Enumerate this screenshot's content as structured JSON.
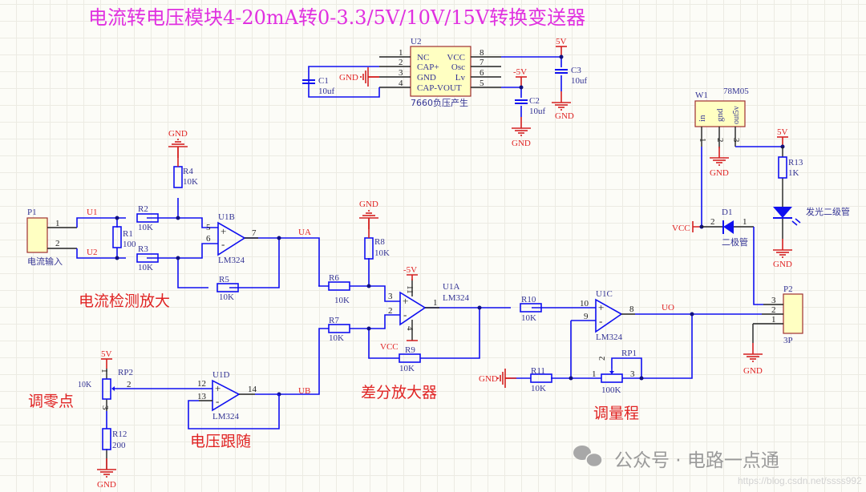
{
  "title": "电流转电压模块4-20mA转0-3.3/5V/10V/15V转换变送器",
  "colors": {
    "wire": "#1010f0",
    "power": "#e02424",
    "title": "#e030e0",
    "component_fill": "#ffffc2"
  },
  "u2": {
    "ref": "U2",
    "note": "7660负压产生",
    "pins_left": [
      {
        "num": "1",
        "label": "NC"
      },
      {
        "num": "2",
        "label": "CAP+"
      },
      {
        "num": "3",
        "label": "GND"
      },
      {
        "num": "4",
        "label": "CAP-VOUT"
      }
    ],
    "pins_right": [
      {
        "num": "8",
        "label": "VCC"
      },
      {
        "num": "7",
        "label": "Osc"
      },
      {
        "num": "6",
        "label": "Lv"
      },
      {
        "num": "5",
        "label": ""
      }
    ]
  },
  "caps": {
    "c1": {
      "ref": "C1",
      "value": "10uf"
    },
    "c2": {
      "ref": "C2",
      "value": "10uf"
    },
    "c3": {
      "ref": "C3",
      "value": "10uf"
    }
  },
  "power": {
    "gnd": "GND",
    "v5": "5V",
    "vneg5": "-5V",
    "vcc": "VCC"
  },
  "w1": {
    "ref": "W1",
    "part": "78M05",
    "pins": [
      {
        "num": "1",
        "label": "in"
      },
      {
        "num": "2",
        "label": "gnd"
      },
      {
        "num": "3",
        "label": "out5v"
      }
    ]
  },
  "r13": {
    "ref": "R13",
    "value": "1K"
  },
  "led": {
    "label": "发光二级管"
  },
  "d1": {
    "ref": "D1",
    "label": "二极管",
    "pin_a": "2",
    "pin_b": "1"
  },
  "p2": {
    "ref": "P2",
    "value": "3P",
    "pins": [
      "3",
      "2",
      "1"
    ]
  },
  "p1": {
    "ref": "P1",
    "label": "电流输入",
    "pins": [
      "1",
      "2"
    ]
  },
  "nets": {
    "u1": "U1",
    "u2": "U2",
    "ua": "UA",
    "ub": "UB",
    "uo": "UO"
  },
  "resistors": {
    "r1": {
      "ref": "R1",
      "value": "100"
    },
    "r2": {
      "ref": "R2",
      "value": "10K"
    },
    "r3": {
      "ref": "R3",
      "value": "10K"
    },
    "r4": {
      "ref": "R4",
      "value": "10K"
    },
    "r5": {
      "ref": "R5",
      "value": "10K"
    },
    "r6": {
      "ref": "R6",
      "value": "10K"
    },
    "r7": {
      "ref": "R7",
      "value": "10K"
    },
    "r8": {
      "ref": "R8",
      "value": "10K"
    },
    "r9": {
      "ref": "R9",
      "value": "10K"
    },
    "r10": {
      "ref": "R10",
      "value": "10K"
    },
    "r11": {
      "ref": "R11",
      "value": "10K"
    },
    "r12": {
      "ref": "R12",
      "value": "200"
    }
  },
  "opamps": {
    "u1b": {
      "ref": "U1B",
      "part": "LM324",
      "plus": "5",
      "minus": "6",
      "out": "7"
    },
    "u1a": {
      "ref": "U1A",
      "part": "LM324",
      "plus": "3",
      "minus": "2",
      "out": "1",
      "vpos": "11",
      "vneg": "4"
    },
    "u1c": {
      "ref": "U1C",
      "part": "LM324",
      "plus": "10",
      "minus": "9",
      "out": "8"
    },
    "u1d": {
      "ref": "U1D",
      "part": "LM324",
      "plus": "12",
      "minus": "13",
      "out": "14"
    }
  },
  "pots": {
    "rp1": {
      "ref": "RP1",
      "value": "100K",
      "p1": "1",
      "p2": "2",
      "p3": "3"
    },
    "rp2": {
      "ref": "RP2",
      "value": "10K",
      "p1": "1",
      "p2": "2",
      "p3": "3"
    }
  },
  "sections": {
    "detect": "电流检测放大",
    "diff": "差分放大器",
    "range": "调量程",
    "zero": "调零点",
    "follower": "电压跟随"
  },
  "watermark": {
    "text": "公众号 · 电路一点通",
    "url": "https://blog.csdn.net/ssss992",
    "icon": "wechat-icon"
  }
}
